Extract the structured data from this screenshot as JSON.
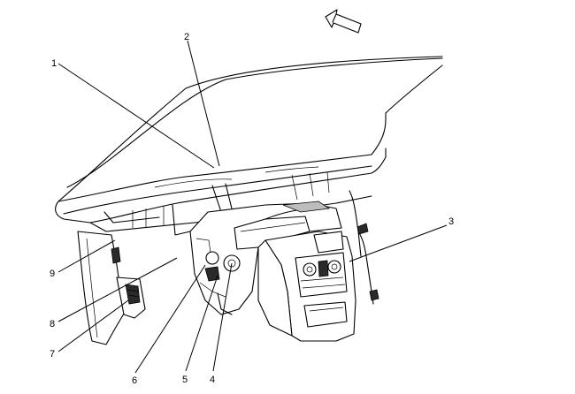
{
  "callouts": [
    {
      "id": "1",
      "label": "1"
    },
    {
      "id": "2",
      "label": "2"
    },
    {
      "id": "3",
      "label": "3"
    },
    {
      "id": "4",
      "label": "4"
    },
    {
      "id": "5",
      "label": "5"
    },
    {
      "id": "6",
      "label": "6"
    },
    {
      "id": "7",
      "label": "7"
    },
    {
      "id": "8",
      "label": "8"
    },
    {
      "id": "9",
      "label": "9"
    }
  ],
  "icons": {
    "direction_arrow": "forward-arrow-icon"
  }
}
